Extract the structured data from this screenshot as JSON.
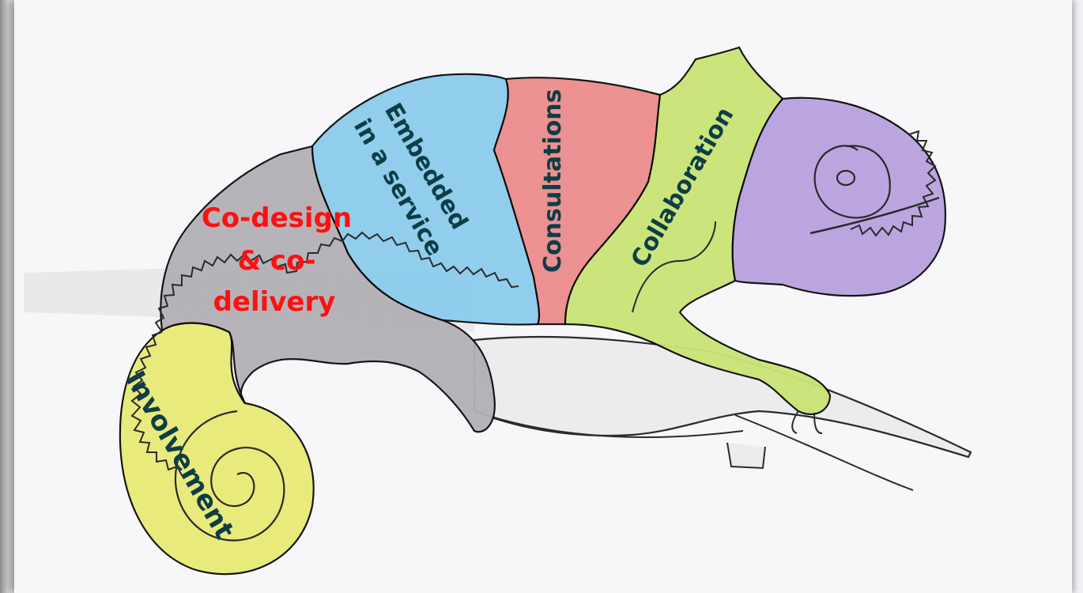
{
  "labels": {
    "involvement": "Involvement",
    "codesign_line1": "Co-design",
    "codesign_line2": "& co-",
    "codesign_line3": "delivery",
    "embedded_line1": "Embedded",
    "embedded_line2": "in a service",
    "consultations": "Consultations",
    "collaboration": "Collaboration"
  },
  "colors": {
    "involvement": "#e6e87a",
    "codesign": "#b3b1b6",
    "embedded": "#8fcbea",
    "consultations": "#ea8f8f",
    "collaboration": "#c8e27a",
    "head": "#b9a3dd",
    "label_dark": "#0f3d46",
    "label_red": "#ff1010",
    "outline": "#2a2a2a"
  }
}
